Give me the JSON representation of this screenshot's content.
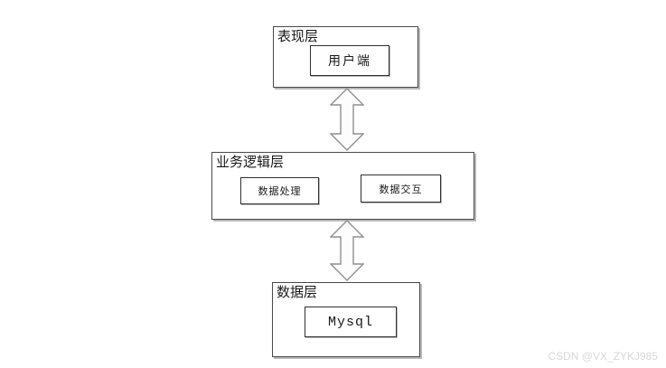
{
  "colors": {
    "background": "#ffffff",
    "box_border": "#4a4a4a",
    "box_shadow": "#b8b8b8",
    "arrow_fill": "#fdfdfd",
    "arrow_stroke": "#8f8f8f",
    "text": "#1a1a1a",
    "watermark": "#d7d7d7"
  },
  "diagram": {
    "layers": [
      {
        "label": "表现层",
        "boxes": [
          {
            "label": "用户端"
          }
        ]
      },
      {
        "label": "业务逻辑层",
        "boxes": [
          {
            "label": "数据处理"
          },
          {
            "label": "数据交互"
          }
        ]
      },
      {
        "label": "数据层",
        "boxes": [
          {
            "label": "Mysql"
          }
        ]
      }
    ],
    "connectors": [
      {
        "type": "double-arrow",
        "from": "表现层",
        "to": "业务逻辑层"
      },
      {
        "type": "double-arrow",
        "from": "业务逻辑层",
        "to": "数据层"
      }
    ]
  },
  "watermark": {
    "text": "CSDN @VX_ZYKJ985"
  }
}
